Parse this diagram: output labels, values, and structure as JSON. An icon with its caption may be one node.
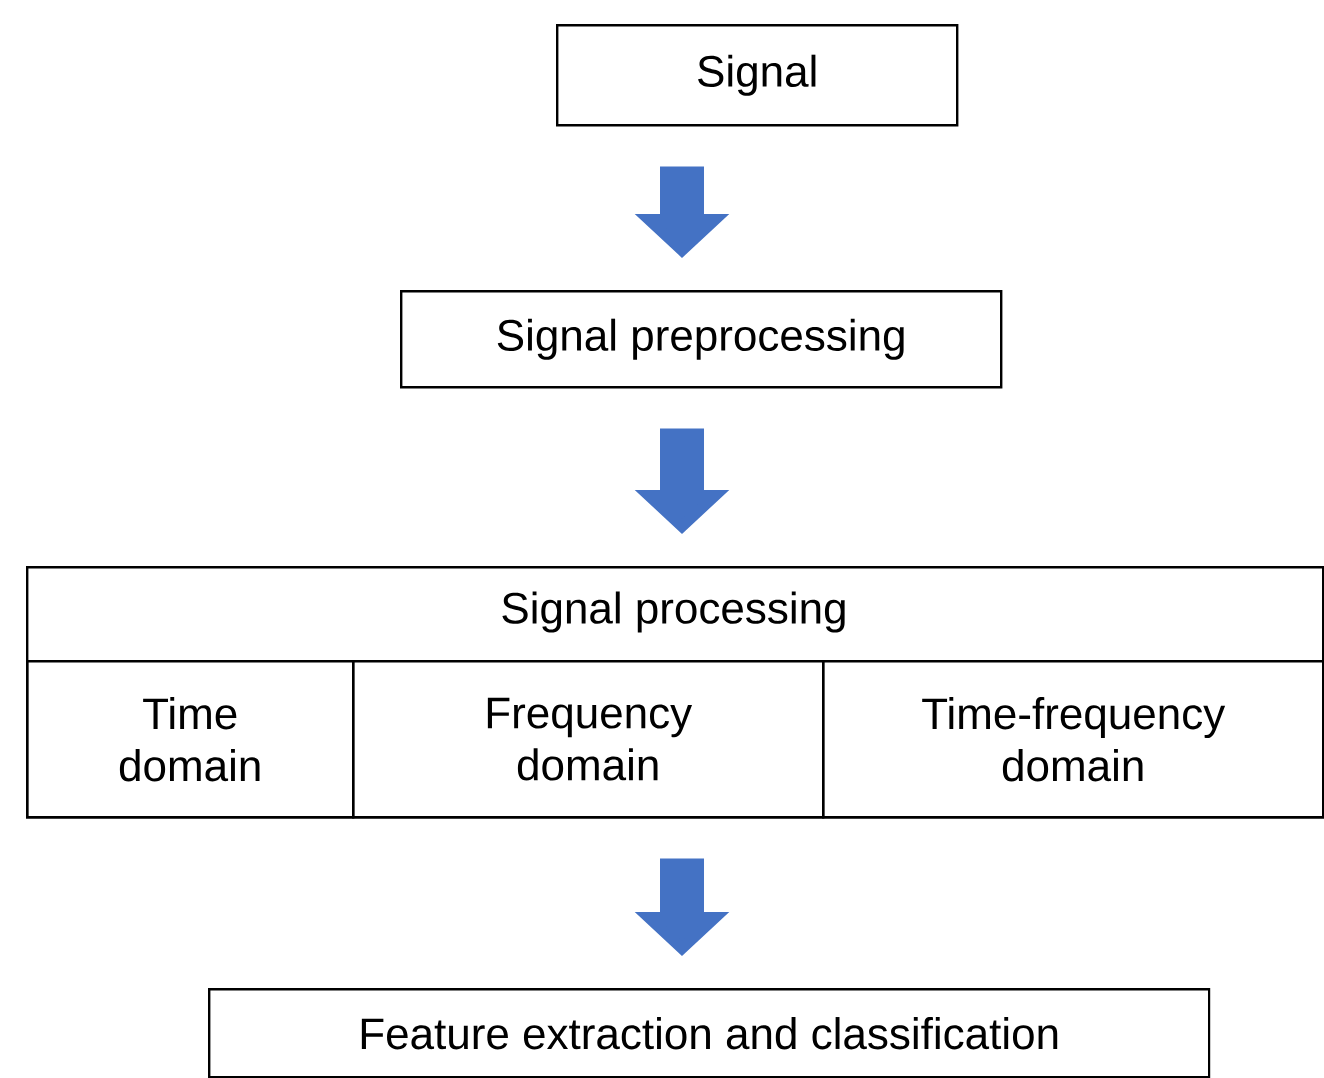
{
  "diagram": {
    "nodes": [
      {
        "text": [
          "Signal"
        ]
      },
      {
        "text": [
          "Signal preprocessing"
        ]
      },
      {
        "text": [
          "Signal processing"
        ]
      },
      {
        "text": [
          "Time domain"
        ],
        "in": 2
      },
      {
        "text": [
          "Frequency domain"
        ],
        "in": 2
      },
      {
        "text": [
          "Time-frequency domain"
        ],
        "in": 2
      },
      {
        "text": [
          "Feature extraction and classification"
        ]
      }
    ],
    "edges": [
      {
        "from": 0,
        "to": 1,
        "arrow": "to"
      },
      {
        "from": 1,
        "to": 2,
        "arrow": "to"
      },
      {
        "from": 2,
        "to": 6,
        "arrow": "to"
      }
    ]
  }
}
